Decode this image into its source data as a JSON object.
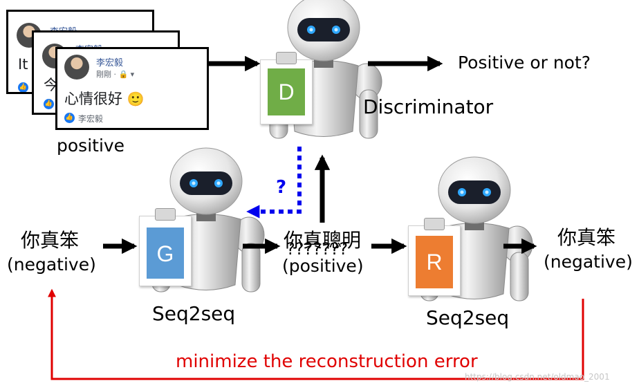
{
  "posts": {
    "back": {
      "author": "李宏毅",
      "text": "It i"
    },
    "middle": {
      "author": "李宏毅",
      "text": "今"
    },
    "front": {
      "author": "李宏毅",
      "meta": "剛剛 · 🔒 ▾",
      "text": "心情很好",
      "emoji": "🙂",
      "liker": "李宏毅"
    }
  },
  "labels": {
    "positive_under_posts": "positive",
    "positive_or_not": "Positive or not?",
    "discriminator": "Discriminator",
    "question": "?",
    "input_chinese": "你真笨",
    "input_sentiment": "(negative)",
    "middle_chinese": "你真聰明",
    "middle_garbled": "???????",
    "middle_sentiment": "(positive)",
    "output_chinese": "你真笨",
    "output_sentiment": "(negative)",
    "seq2seq_g": "Seq2seq",
    "seq2seq_r": "Seq2seq",
    "reconstruction": "minimize the reconstruction error",
    "watermark": "https://blog.csdn.net/oldmao_2001"
  },
  "badges": {
    "d": {
      "letter": "D",
      "color": "#70ad47"
    },
    "g": {
      "letter": "G",
      "color": "#5b9bd5"
    },
    "r": {
      "letter": "R",
      "color": "#ed7d31"
    }
  },
  "colors": {
    "dotted_arrow": "#0000ee",
    "reconstruction": "#e00000"
  }
}
